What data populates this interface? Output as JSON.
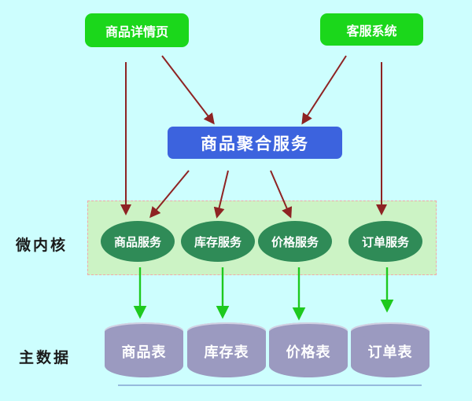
{
  "diagram": {
    "clients": [
      {
        "label": "商品详情页"
      },
      {
        "label": "客服系统"
      }
    ],
    "aggregator": {
      "label": "商品聚合服务"
    },
    "layer_labels": {
      "microkernel": "微内核",
      "master_data": "主数据"
    },
    "services": [
      {
        "label": "商品服务"
      },
      {
        "label": "库存服务"
      },
      {
        "label": "价格服务"
      },
      {
        "label": "订单服务"
      }
    ],
    "tables": [
      {
        "label": "商品表"
      },
      {
        "label": "库存表"
      },
      {
        "label": "价格表"
      },
      {
        "label": "订单表"
      }
    ]
  },
  "colors": {
    "bg": "#CDFEFE",
    "client_green": "#1BD71B",
    "band_green": "#CCF3C5",
    "band_border": "#F2A8A8",
    "service_green": "#2F8B57",
    "arrow_green": "#1EC91E",
    "aggregator_blue": "#3C63DE",
    "cylinder_purple": "#9B9AC0",
    "arrow_red": "#8E2323",
    "label_black": "#1A1A1A",
    "node_text": "#FFFFFF"
  }
}
